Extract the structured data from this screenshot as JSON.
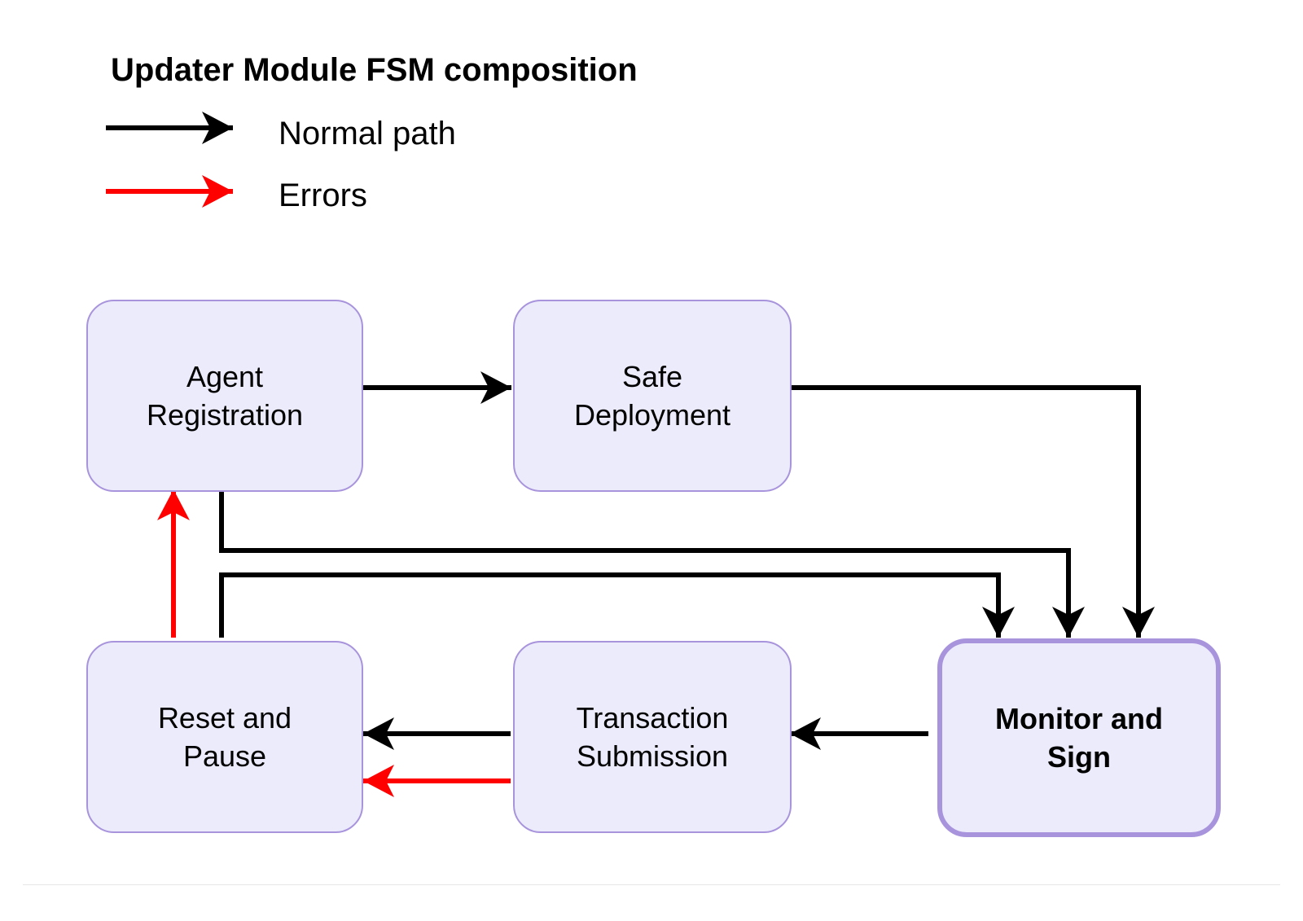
{
  "title": "Updater Module FSM composition",
  "legend": {
    "normal_label": "Normal path",
    "error_label": "Errors",
    "normal_color": "#000000",
    "error_color": "#ff0000"
  },
  "nodes": {
    "agent_registration": {
      "line1": "Agent",
      "line2": "Registration"
    },
    "safe_deployment": {
      "line1": "Safe",
      "line2": "Deployment"
    },
    "reset_and_pause": {
      "line1": "Reset and",
      "line2": "Pause"
    },
    "transaction_submission": {
      "line1": "Transaction",
      "line2": "Submission"
    },
    "monitor_and_sign": {
      "line1": "Monitor and",
      "line2": "Sign"
    }
  },
  "colors": {
    "node_fill": "#ecebfb",
    "node_border": "#a894dc"
  }
}
